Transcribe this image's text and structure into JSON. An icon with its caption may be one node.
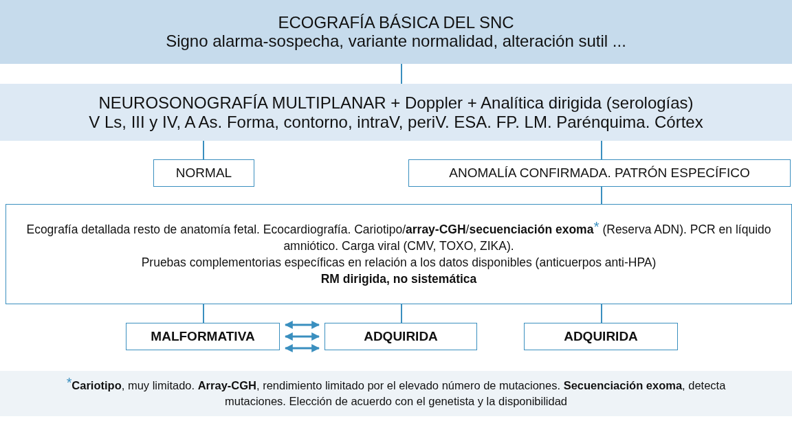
{
  "diagram": {
    "nodes": [
      {
        "text": [
          "ECOGRAFÍA BÁSICA DEL SNC",
          "Signo alarma-sospecha, variante normalidad, alteración sutil ..."
        ]
      },
      {
        "text": [
          "NEUROSONOGRAFÍA MULTIPLANAR + Doppler + Analítica dirigida (serologías)",
          "V Ls, III y IV, A As. Forma, contorno, intraV, periV. ESA. FP. LM. Parénquima. Córtex"
        ]
      },
      {
        "text": [
          "NORMAL"
        ]
      },
      {
        "text": [
          "ANOMALÍA CONFIRMADA. PATRÓN ESPECÍFICO"
        ]
      },
      {
        "text": [
          "Ecografía detallada resto de anatomía fetal. Ecocardiografía. Cariotipo/**array-CGH**/**secuenciación exoma**$^{*}$ (Reserva ADN). PCR en líquido amniótico. Carga viral (CMV, TOXO, ZIKA).",
          "Pruebas complementorias específicas en relación a los datos disponibles (anticuerpos anti-HPA)",
          "RM dirigida, no sistemática"
        ]
      },
      {
        "text": [
          "MALFORMATIVA"
        ]
      },
      {
        "text": [
          "ADQUIRIDA"
        ]
      },
      {
        "text": [
          "ADQUIRIDA"
        ]
      },
      {
        "text": [
          "$^{*}$**Cariotipo**, muy limitado. **Array-CGH**, rendimiento limitado por el elevado número de mutaciones. **Secuenciación exoma**, detecta mutaciones. Elección de acuerdo con el genetista y la disponibilidad"
        ]
      }
    ],
    "edges": [
      {
        "from": 0,
        "to": 1,
        "arrow": "none"
      },
      {
        "from": 1,
        "to": 2,
        "arrow": "none"
      },
      {
        "from": 1,
        "to": 3,
        "arrow": "none"
      },
      {
        "from": 3,
        "to": 4,
        "arrow": "none"
      },
      {
        "from": 4,
        "to": 5,
        "arrow": "none"
      },
      {
        "from": 4,
        "to": 6,
        "arrow": "none"
      },
      {
        "from": 4,
        "to": 7,
        "arrow": "none"
      },
      {
        "from": 5,
        "to": 6,
        "arrow": "both"
      },
      {
        "from": 5,
        "to": 6,
        "arrow": "both"
      },
      {
        "from": 5,
        "to": 6,
        "arrow": "both"
      }
    ]
  }
}
